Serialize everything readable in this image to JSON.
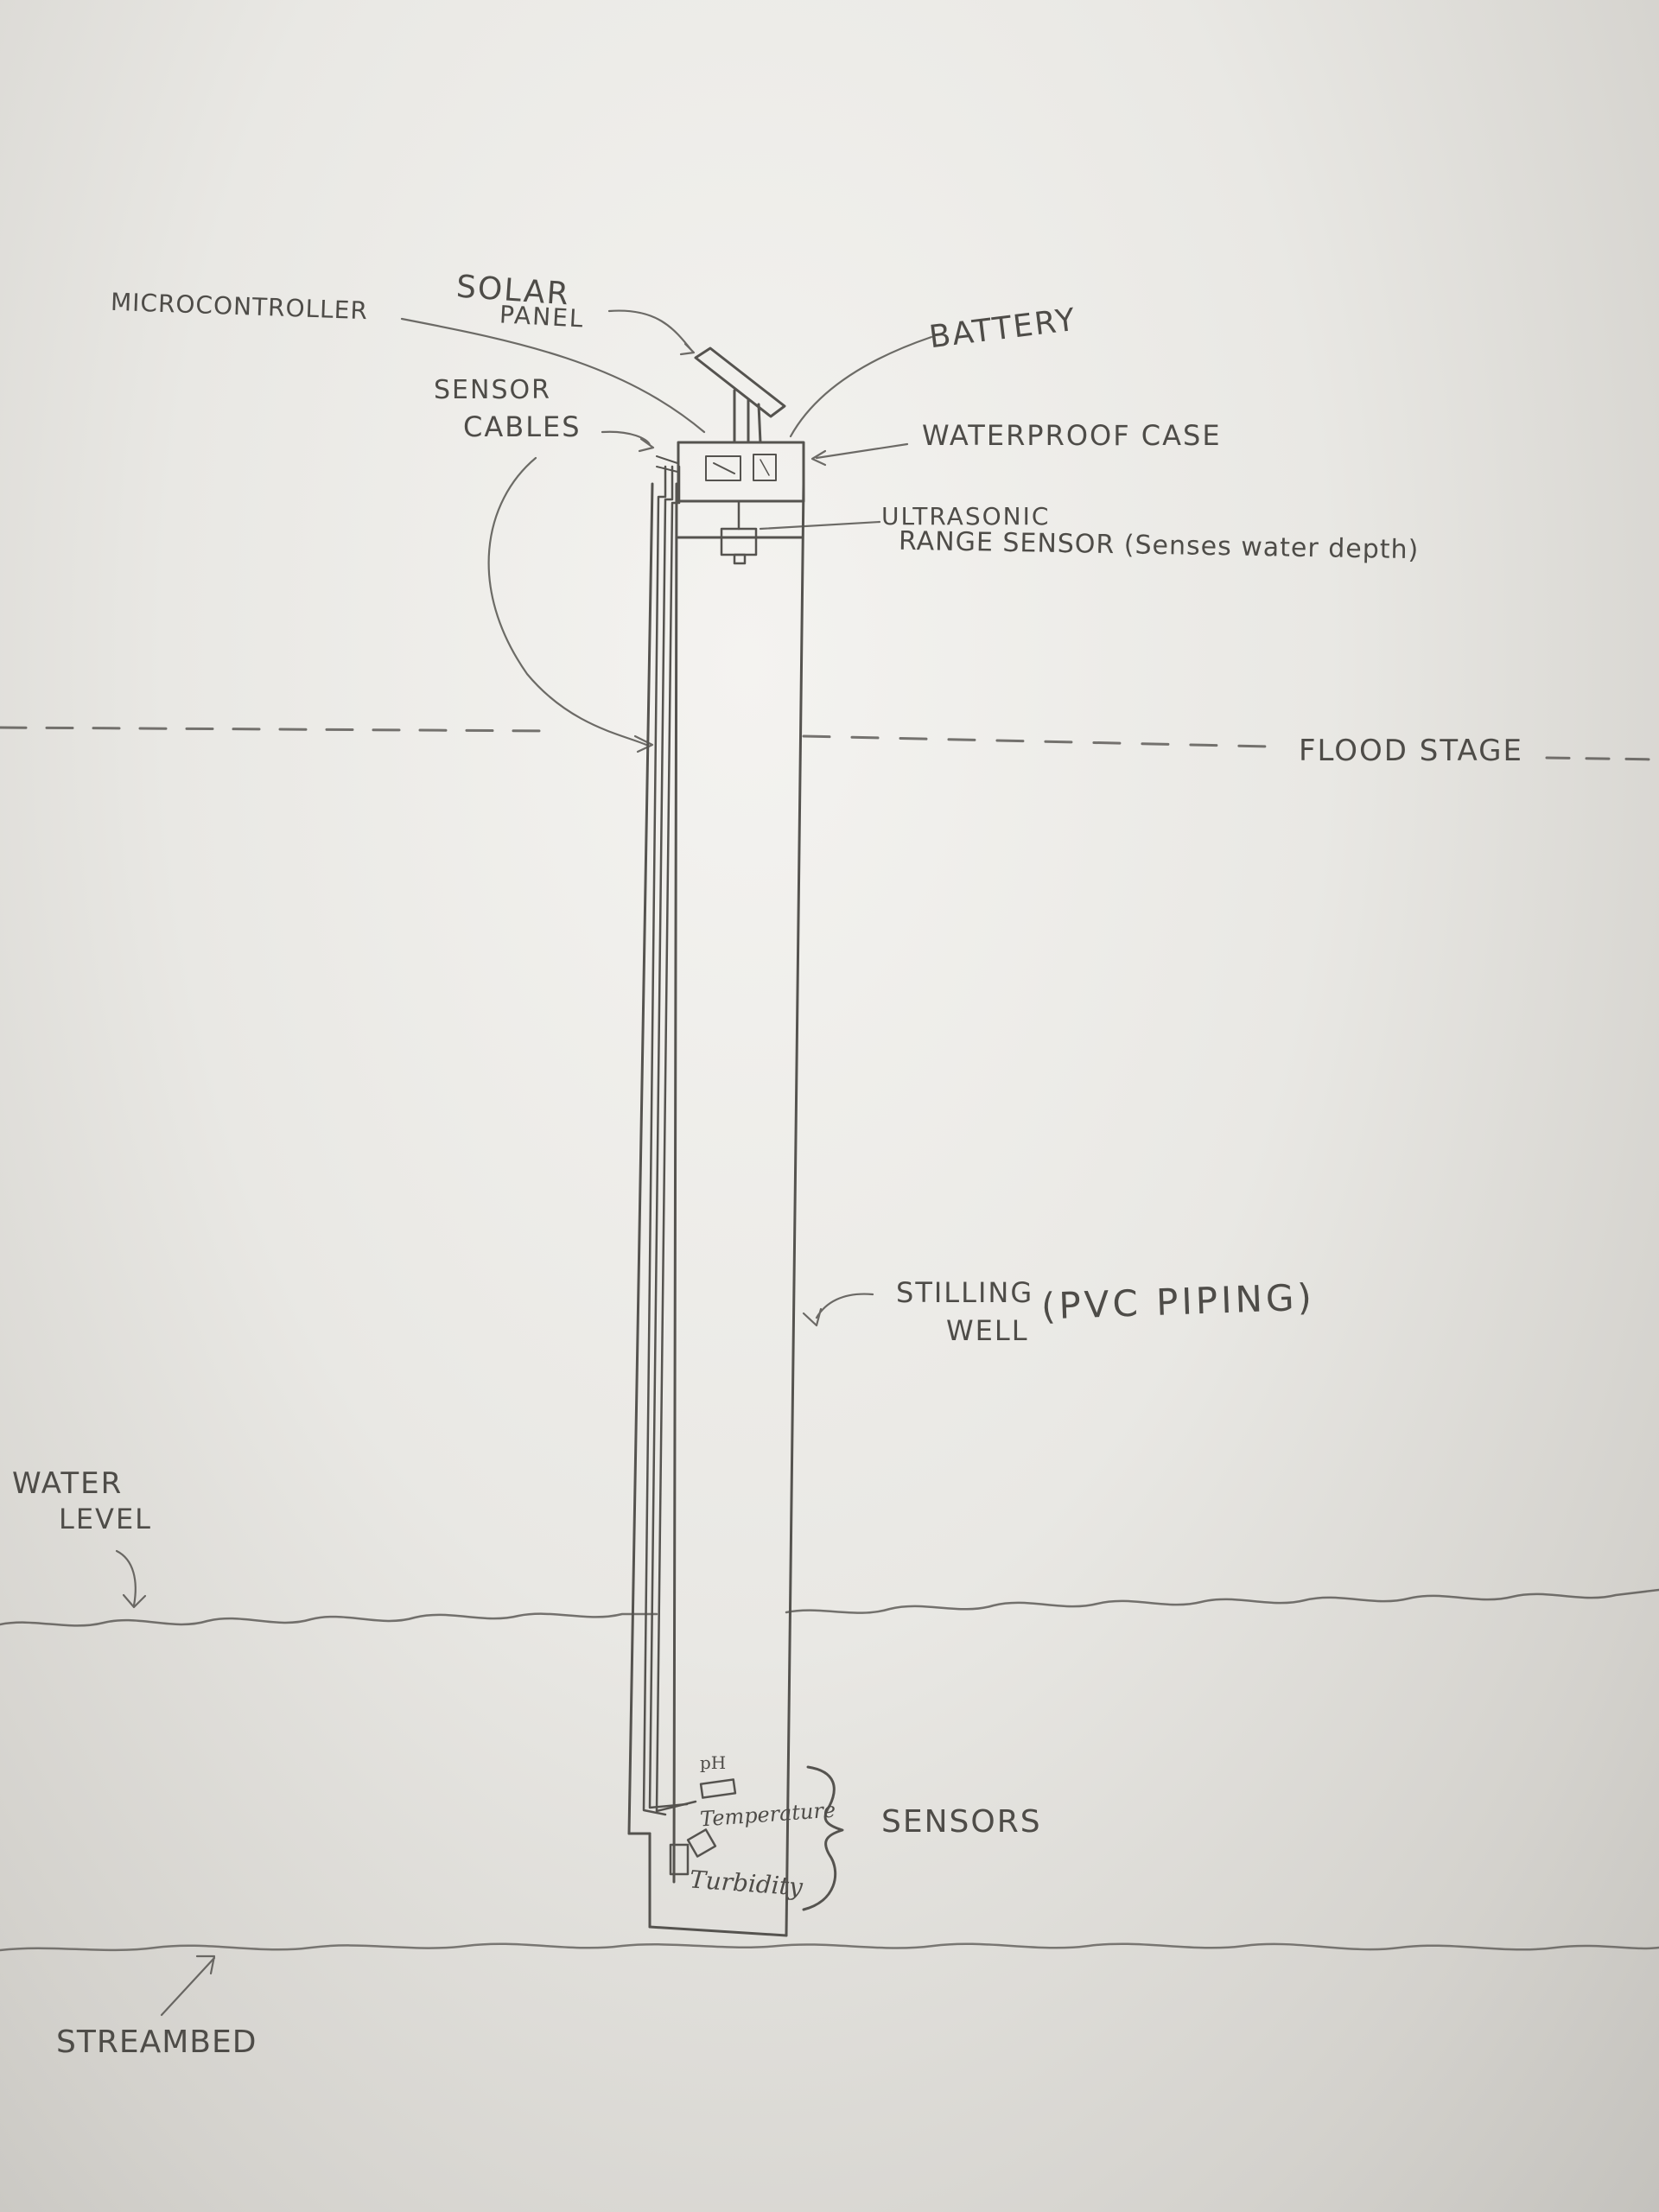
{
  "labels": {
    "microcontroller": "MICROCONTROLLER",
    "solar_panel_1": "SOLAR",
    "solar_panel_2": "PANEL",
    "battery": "BATTERY",
    "sensor_cables_1": "SENSOR",
    "sensor_cables_2": "CABLES",
    "waterproof_case": "WATERPROOF CASE",
    "ultrasonic_1": "ULTRASONIC",
    "ultrasonic_2": "RANGE SENSOR (Senses water depth)",
    "flood_stage": "FLOOD STAGE",
    "stilling_well_1": "STILLING",
    "stilling_well_2": "WELL",
    "pvc_piping": "(PVC PIPING)",
    "water_level_1": "WATER",
    "water_level_2": "LEVEL",
    "ph": "pH",
    "temperature": "Temperature",
    "turbidity": "Turbidity",
    "sensors": "SENSORS",
    "streambed": "STREAMBED"
  },
  "colors": {
    "pencil": "#4e4c48",
    "paper": "#efeeea"
  }
}
